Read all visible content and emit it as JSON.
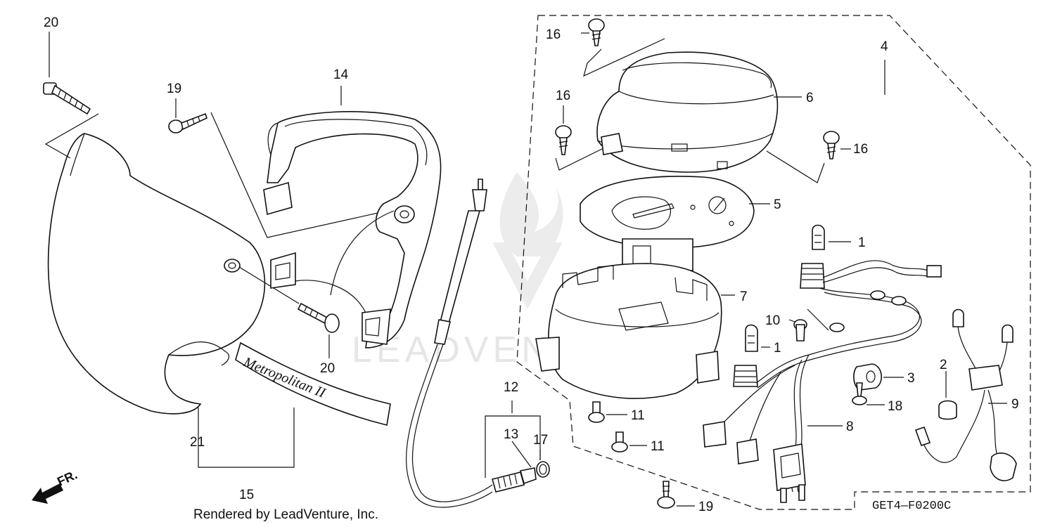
{
  "diagram": {
    "callouts": [
      {
        "id": "c20a",
        "label": "20"
      },
      {
        "id": "c19a",
        "label": "19"
      },
      {
        "id": "c14",
        "label": "14"
      },
      {
        "id": "c20b",
        "label": "20"
      },
      {
        "id": "c21",
        "label": "21"
      },
      {
        "id": "c15",
        "label": "15"
      },
      {
        "id": "c12",
        "label": "12"
      },
      {
        "id": "c13",
        "label": "13"
      },
      {
        "id": "c17",
        "label": "17"
      },
      {
        "id": "c16a",
        "label": "16"
      },
      {
        "id": "c16b",
        "label": "16"
      },
      {
        "id": "c16c",
        "label": "16"
      },
      {
        "id": "c4",
        "label": "4"
      },
      {
        "id": "c6",
        "label": "6"
      },
      {
        "id": "c5",
        "label": "5"
      },
      {
        "id": "c1a",
        "label": "1"
      },
      {
        "id": "c7",
        "label": "7"
      },
      {
        "id": "c10",
        "label": "10"
      },
      {
        "id": "c1b",
        "label": "1"
      },
      {
        "id": "c3",
        "label": "3"
      },
      {
        "id": "c2",
        "label": "2"
      },
      {
        "id": "c18",
        "label": "18"
      },
      {
        "id": "c9",
        "label": "9"
      },
      {
        "id": "c11a",
        "label": "11"
      },
      {
        "id": "c11b",
        "label": "11"
      },
      {
        "id": "c8",
        "label": "8"
      },
      {
        "id": "c19b",
        "label": "19"
      }
    ],
    "emblem_text": "Metropolitan II",
    "direction_label": "FR.",
    "credit": "Rendered by LeadVenture, Inc.",
    "diagram_code": "GET4—F0200C",
    "watermark": "LEADVENTURE"
  }
}
